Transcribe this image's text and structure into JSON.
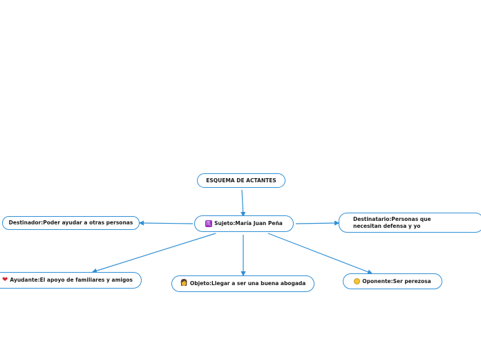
{
  "title": "ESQUEMA DE ACTANTES",
  "sujeto": "Sujeto:María Juan Peña",
  "destinador": "Destinador:Poder ayudar a otras personas",
  "destinatario": "Destinatario:Personas que necesitan defensa y yo",
  "ayudante": "Ayudante:El apoyo de familiares y amigos",
  "objeto": "Objeto:Llegar a ser una buena abogada",
  "oponente": "Oponente:Ser perezosa",
  "icons": {
    "sujeto": "scorpio-icon",
    "ayudante": "heart-icon",
    "objeto": "woman-judge-icon",
    "oponente": "yawning-face-icon"
  },
  "colors": {
    "border": "#2f8fd6",
    "edge": "#2f8fd6"
  }
}
